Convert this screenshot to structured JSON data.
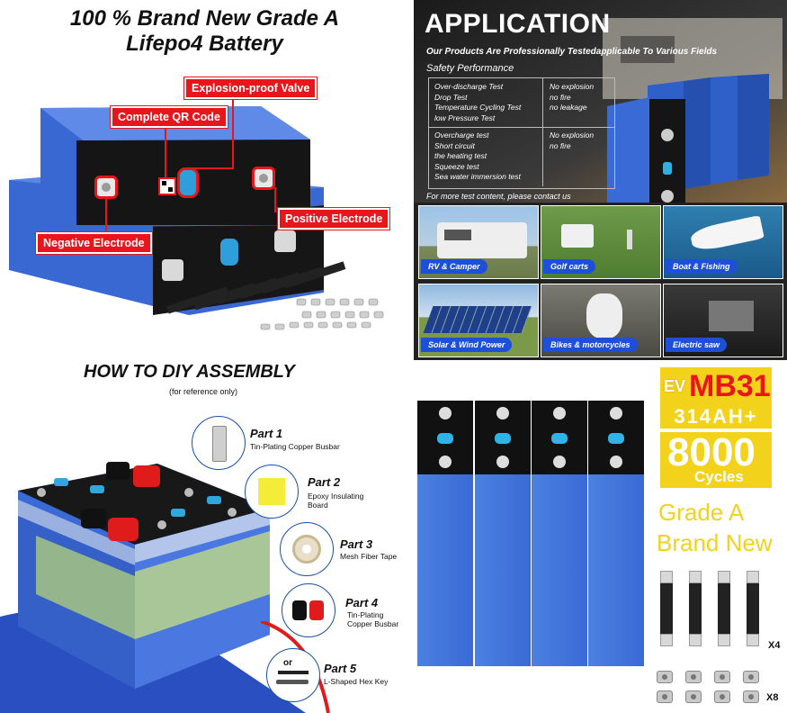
{
  "top_left": {
    "title_line1": "100 % Brand New Grade A",
    "title_line2": "Lifepo4 Battery",
    "labels": {
      "valve": "Explosion-proof Valve",
      "qr": "Complete QR Code",
      "positive": "Positive Electrode",
      "negative": "Negative Electrode"
    }
  },
  "top_right": {
    "title": "APPLICATION",
    "subtitle": "Our Products Are Professionally Testedapplicable To Various Fields",
    "safety": "Safety Performance",
    "tests_group1": [
      "Over-discharge Test",
      "Drop Test",
      "Temperature Cycling Test",
      "low Pressure Test"
    ],
    "results_group1": [
      "No explosion",
      "no fire",
      "no leakage"
    ],
    "tests_group2": [
      "Overcharge test",
      "Short circuit",
      "the heating test",
      "Squeeze test",
      "Sea water immersion test"
    ],
    "results_group2": [
      "No explosion",
      "no fire"
    ],
    "contact": "For more test content, please contact us",
    "tiles": [
      "RV & Camper",
      "Golf carts",
      "Boat & Fishing",
      "Solar & Wind Power",
      "Bikes & motorcycles",
      "Electric saw"
    ]
  },
  "bottom_left": {
    "title": "HOW TO DIY ASSEMBLY",
    "subtitle": "(for reference only)",
    "parts": [
      {
        "name": "Part 1",
        "desc": "Tin-Plating Copper Busbar"
      },
      {
        "name": "Part 2",
        "desc1": "Epoxy Insulating",
        "desc2": "Board"
      },
      {
        "name": "Part  3",
        "desc": "Mesh Fiber Tape"
      },
      {
        "name": "Part  4",
        "desc1": "Tin-Plating",
        "desc2": "Copper Busbar"
      },
      {
        "name": "Part 5",
        "desc": "L-Shaped Hex Key"
      }
    ],
    "key_or": "or"
  },
  "bottom_right": {
    "ev": "EV",
    "model": "MB31",
    "capacity": "314AH+",
    "cycles_num": "8000",
    "cycles_word": "Cycles",
    "grade": "Grade A",
    "brand": "Brand New",
    "busbar_qty": "X4",
    "nut_qty": "X8"
  },
  "colors": {
    "accent_red": "#e8161b",
    "battery_blue": "#3f6fd0",
    "tile_label_blue": "#1d4fd8",
    "yellow": "#f2d21a"
  }
}
